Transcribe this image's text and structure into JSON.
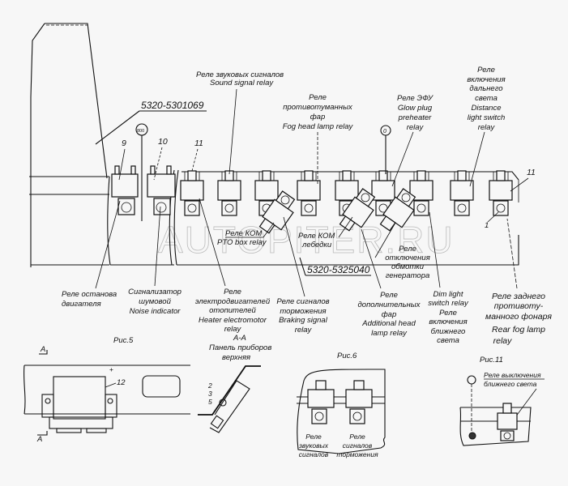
{
  "diagram": {
    "watermark": "AUTOPITER.RU",
    "part_numbers": {
      "panel_upper": "5320-5301069",
      "relay_block": "5320-5325040"
    },
    "callouts": {
      "c9": "9",
      "c10": "10",
      "c11_top": "11",
      "c11_right": "11",
      "c1": "1",
      "c12": "12",
      "c2": "2",
      "c3": "3",
      "c5": "5",
      "sym_800": "800",
      "sym_0": "0"
    },
    "labels": {
      "sound_signal_ru": "Реле звуковых сигналов",
      "sound_signal_en": "Sound signal relay",
      "fog_head_ru1": "Реле",
      "fog_head_ru2": "противотуманных",
      "fog_head_ru3": "фар",
      "fog_head_en": "Fog head lamp relay",
      "glow_ru": "Реле ЭФУ",
      "glow_en1": "Glow plug",
      "glow_en2": "preheater",
      "glow_en3": "relay",
      "distance_ru1": "Реле",
      "distance_ru2": "включения",
      "distance_ru3": "дальнего",
      "distance_ru4": "света",
      "distance_en1": "Distance",
      "distance_en2": "light switch",
      "distance_en3": "relay",
      "pto_ru": "Реле КОМ",
      "pto_en": "PTO box relay",
      "winch_ru1": "Реле КОМ",
      "winch_ru2": "лебедки",
      "gen_ru1": "Реле",
      "gen_ru2": "отключения",
      "gen_ru3": "обмотки",
      "gen_ru4": "генератора",
      "engine_stop_ru1": "Реле останова",
      "engine_stop_ru2": "двигателя",
      "noise_ru1": "Сигнализатор",
      "noise_ru2": "шумовой",
      "noise_en": "Noise indicator",
      "heater_ru1": "Реле",
      "heater_ru2": "электродвигателей",
      "heater_ru3": "отопителей",
      "heater_en1": "Heater electromotor",
      "heater_en2": "relay",
      "braking_ru1": "Реле сигналов",
      "braking_ru2": "торможения",
      "braking_en1": "Braking signal",
      "braking_en2": "relay",
      "addhead_ru1": "Реле",
      "addhead_ru2": "дополнительных",
      "addhead_ru3": "фар",
      "addhead_en1": "Additional head",
      "addhead_en2": "lamp relay",
      "dim_en1": "Dim light",
      "dim_en2": "switch relay",
      "dim_ru1": "Реле",
      "dim_ru2": "включения",
      "dim_ru3": "ближнего",
      "dim_ru4": "света",
      "rearfog_ru1": "Реле заднего",
      "rearfog_ru2": "противоту-",
      "rearfog_ru3": "манного фонаря",
      "rearfog_en1": "Rear fog lamp",
      "rearfog_en2": "relay"
    },
    "fig5": {
      "title": "Рис.5",
      "section_mark": "А",
      "section_title": "А-А",
      "panel_ru1": "Панель приборов",
      "panel_ru2": "верхняя"
    },
    "fig6": {
      "title": "Рис.6",
      "left_ru1": "Реле",
      "left_ru2": "звуковых",
      "left_ru3": "сигналов",
      "right_ru1": "Реле",
      "right_ru2": "сигналов",
      "right_ru3": "торможения"
    },
    "fig11": {
      "title": "Рис.11",
      "label_ru1": "Реле выключения",
      "label_ru2": "ближнего света"
    }
  }
}
